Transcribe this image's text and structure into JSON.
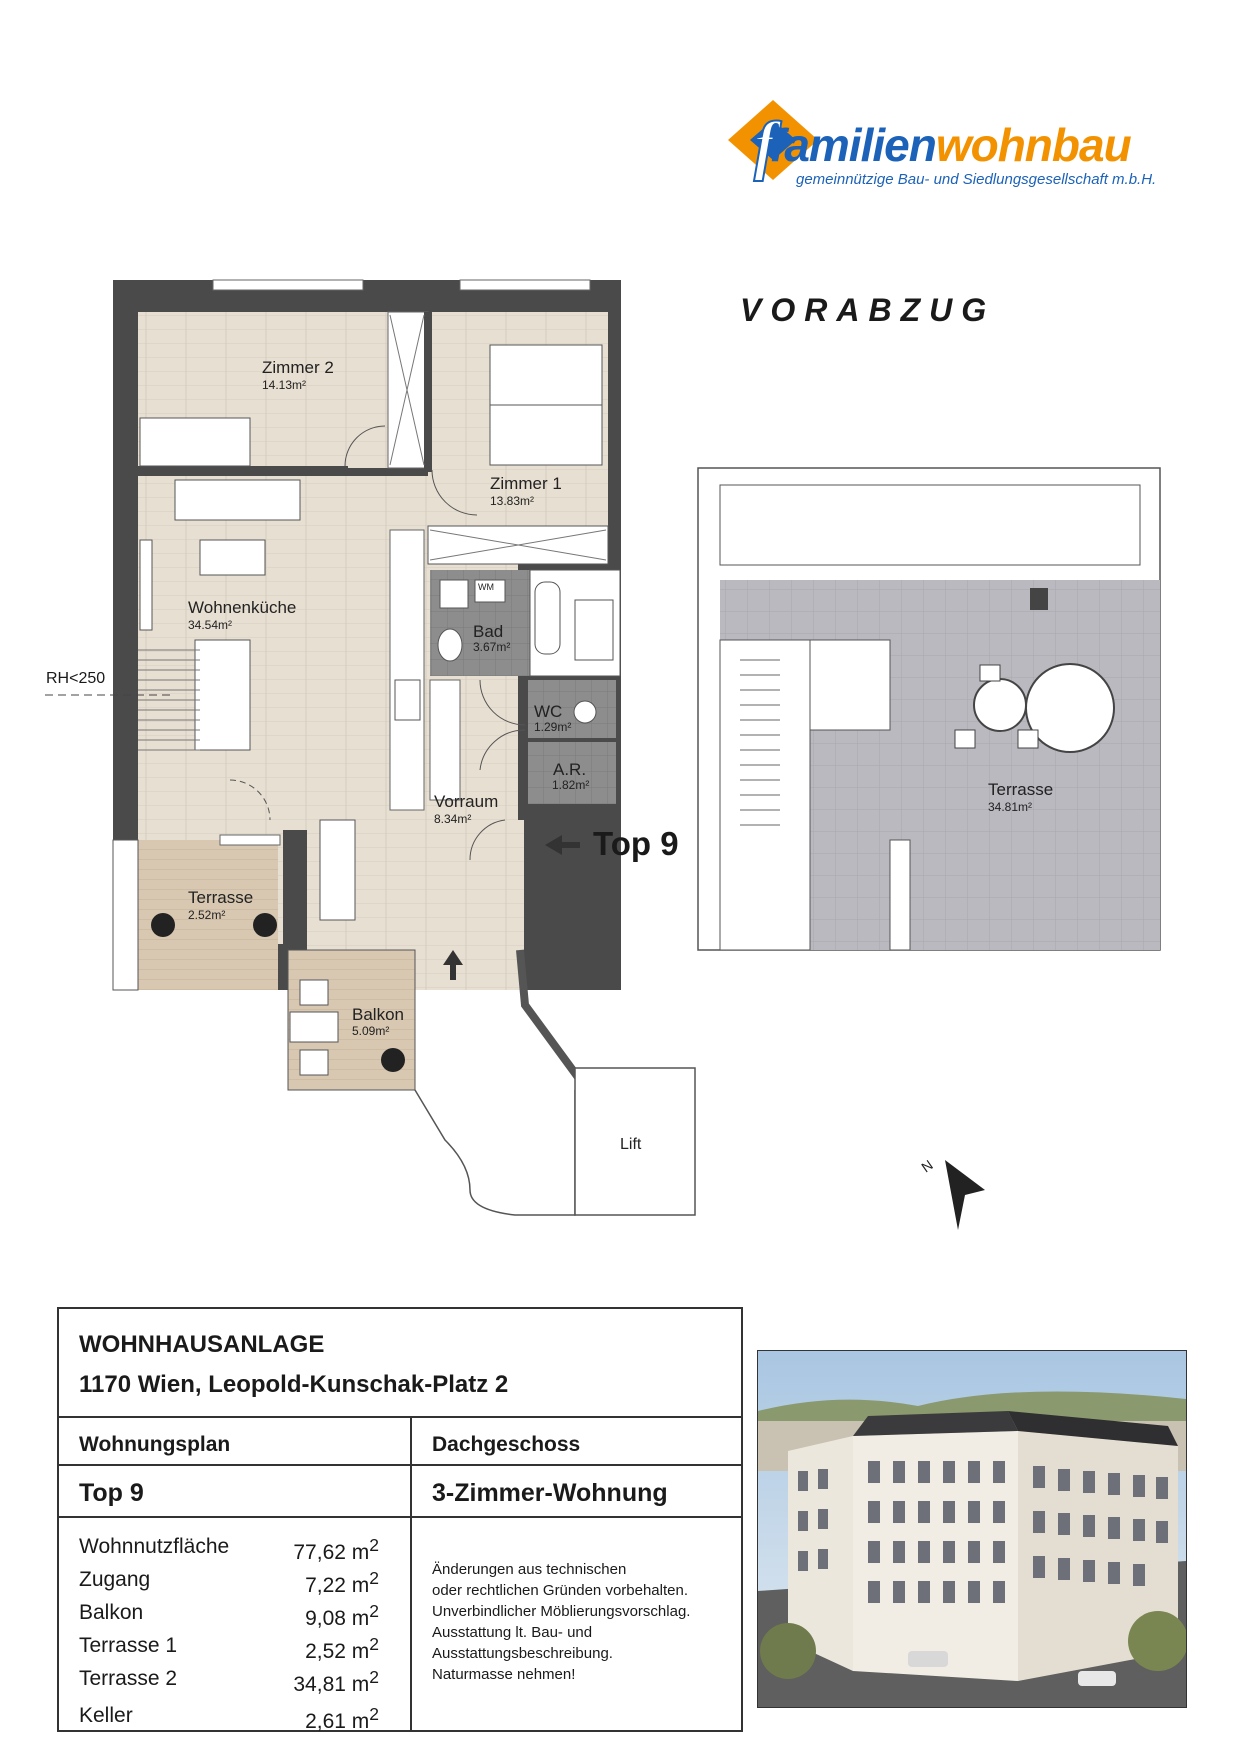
{
  "brand": {
    "logo_part1": "familien",
    "logo_part2": "wohnbau",
    "tagline": "gemeinnützige Bau- und Siedlungsgesellschaft m.b.H.",
    "logo_letter": "f",
    "orange": "#f39200",
    "blue": "#1c62b8"
  },
  "stamp": "VORABZUG",
  "plan": {
    "unit_label": "Top 9",
    "rh_note": "RH<250",
    "rooms": [
      {
        "name": "Zimmer 2",
        "area": "14.13m²"
      },
      {
        "name": "Zimmer 1",
        "area": "13.83m²"
      },
      {
        "name": "Wohnenküche",
        "area": "34.54m²"
      },
      {
        "name": "Bad",
        "area": "3.67m²"
      },
      {
        "name": "WC",
        "area": "1.29m²"
      },
      {
        "name": "A.R.",
        "area": "1.82m²"
      },
      {
        "name": "Vorraum",
        "area": "8.34m²"
      },
      {
        "name": "Terrasse",
        "area": "2.52m²"
      },
      {
        "name": "Balkon",
        "area": "5.09m²"
      },
      {
        "name": "Terrasse",
        "area": "34.81m²"
      }
    ],
    "lift_label": "Lift",
    "fixture_label": "WM",
    "north_label": "N"
  },
  "info": {
    "heading": "WOHNHAUSANLAGE",
    "address": "1170 Wien, Leopold-Kunschak-Platz 2",
    "plan_label": "Wohnungsplan",
    "floor": "Dachgeschoss",
    "unit": "Top 9",
    "type": "3-Zimmer-Wohnung",
    "areas": [
      {
        "label": "Wohnnutzfläche",
        "value": "77,62 m",
        "sup": "2"
      },
      {
        "label": "Zugang",
        "value": "7,22 m",
        "sup": "2"
      },
      {
        "label": "Balkon",
        "value": "9,08 m",
        "sup": "2"
      },
      {
        "label": "Terrasse 1",
        "value": "2,52 m",
        "sup": "2"
      },
      {
        "label": "Terrasse 2",
        "value": "34,81 m",
        "sup": "2"
      },
      {
        "label": "Keller",
        "value": "2,61 m",
        "sup": "2"
      }
    ],
    "notes": [
      "Änderungen aus technischen",
      "oder rechtlichen Gründen vorbehalten.",
      "Unverbindlicher Möblierungsvorschlag.",
      "Ausstattung lt. Bau- und",
      "Ausstattungsbeschreibung.",
      "Naturmasse nehmen!"
    ]
  }
}
